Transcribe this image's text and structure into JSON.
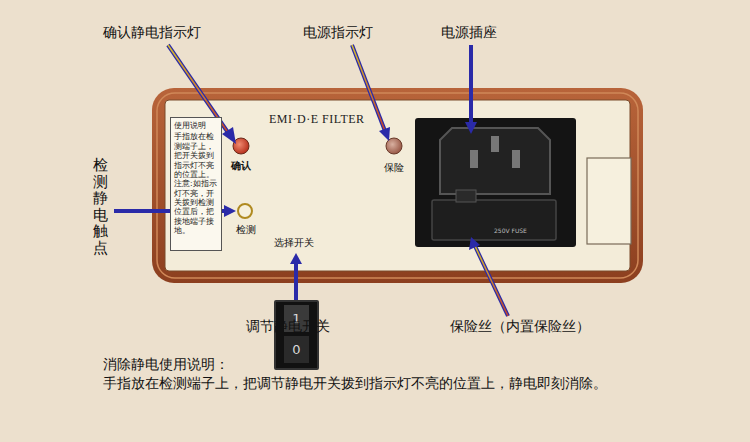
{
  "diagram": {
    "nodes": [
      {
        "text": [
          "EMI·D·E FILTER"
        ]
      },
      {
        "text": [
          "使用说明",
          "手指放在检测端子上，把开关拨到指示灯不亮的位置上。注意:如指示灯不亮，开关拨到检测位置后，把接地端子接地。"
        ],
        "in": 0
      },
      {
        "text": [
          "1",
          "0"
        ],
        "in": 0
      }
    ],
    "labels": [
      "确认静电指示灯",
      "电源指示灯",
      "电源插座",
      "检测静电触点",
      "调节静电开关",
      "保险丝（内置保险丝）",
      "确认",
      "检测",
      "选择开关",
      "保险",
      "250V FUSE",
      "消除静电使用说明：",
      "手指放在检测端子上，把调节静电开关拨到指示灯不亮的位置上，静电即刻消除。"
    ]
  }
}
